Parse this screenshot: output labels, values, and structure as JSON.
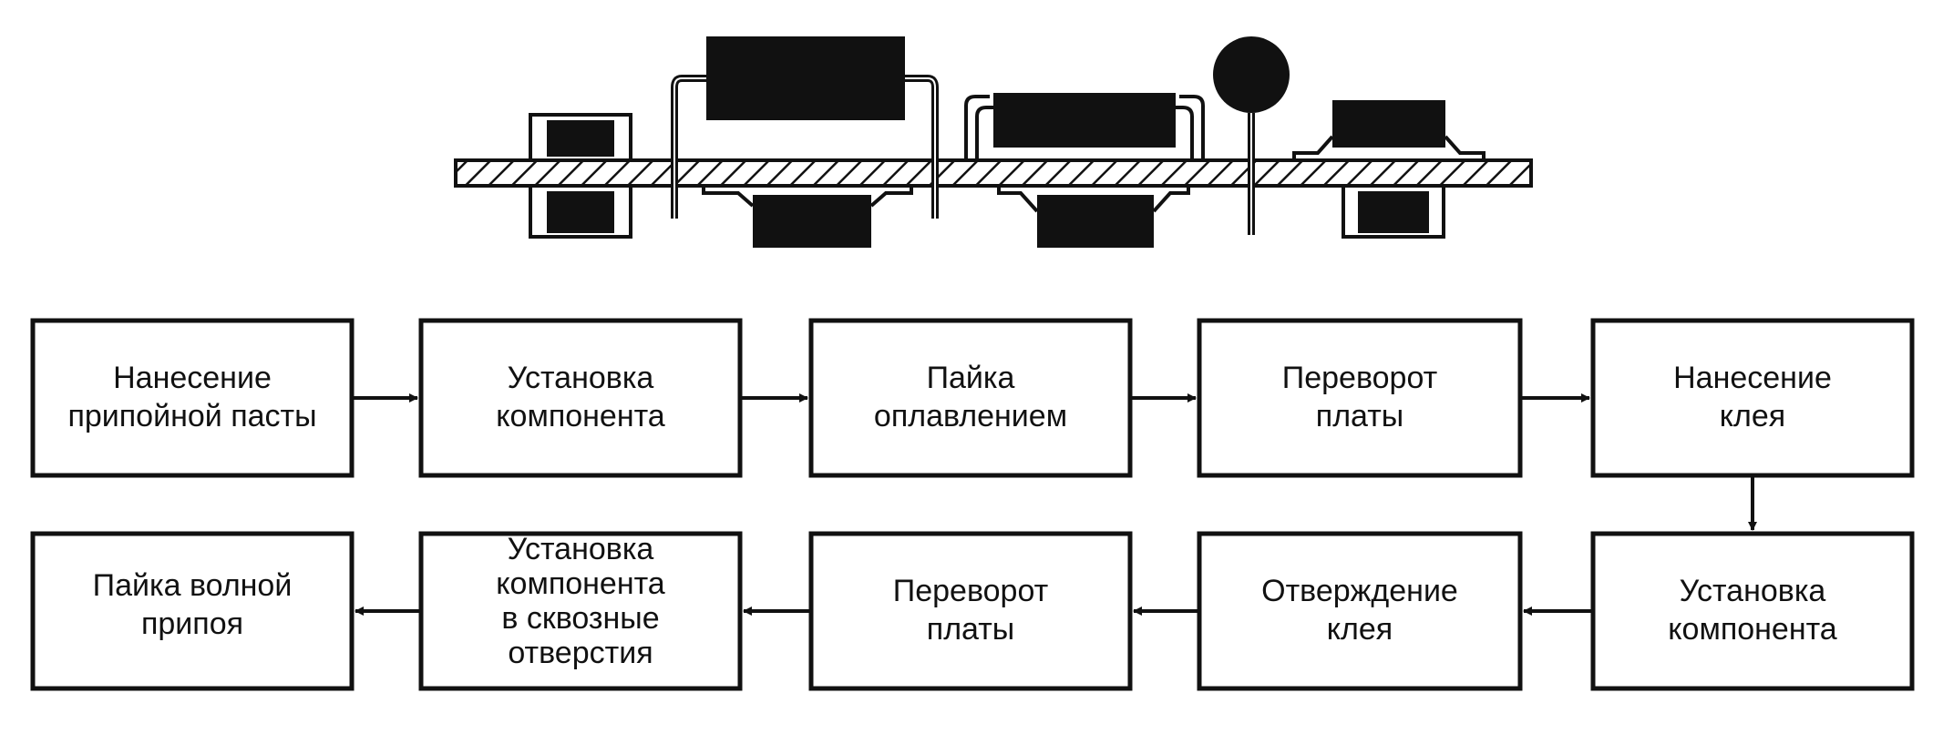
{
  "colors": {
    "ink": "#111111",
    "paper": "#ffffff"
  },
  "pcb_illustration": {
    "description_icon": "pcb-cross-section-icon"
  },
  "flow": {
    "row1": [
      {
        "id": "step-1",
        "lines": [
          "Нанесение",
          "припойной пасты"
        ]
      },
      {
        "id": "step-2",
        "lines": [
          "Установка",
          "компонента"
        ]
      },
      {
        "id": "step-3",
        "lines": [
          "Пайка",
          "оплавлением"
        ]
      },
      {
        "id": "step-4",
        "lines": [
          "Переворот",
          "платы"
        ]
      },
      {
        "id": "step-5",
        "lines": [
          "Нанесение",
          "клея"
        ]
      }
    ],
    "row2": [
      {
        "id": "step-6",
        "lines": [
          "Установка",
          "компонента"
        ]
      },
      {
        "id": "step-7",
        "lines": [
          "Отверждение",
          "клея"
        ]
      },
      {
        "id": "step-8",
        "lines": [
          "Переворот",
          "платы"
        ]
      },
      {
        "id": "step-9",
        "lines": [
          "Установка",
          "компонента",
          "в сквозные",
          "отверстия"
        ]
      },
      {
        "id": "step-10",
        "lines": [
          "Пайка волной",
          "припоя"
        ]
      }
    ]
  }
}
